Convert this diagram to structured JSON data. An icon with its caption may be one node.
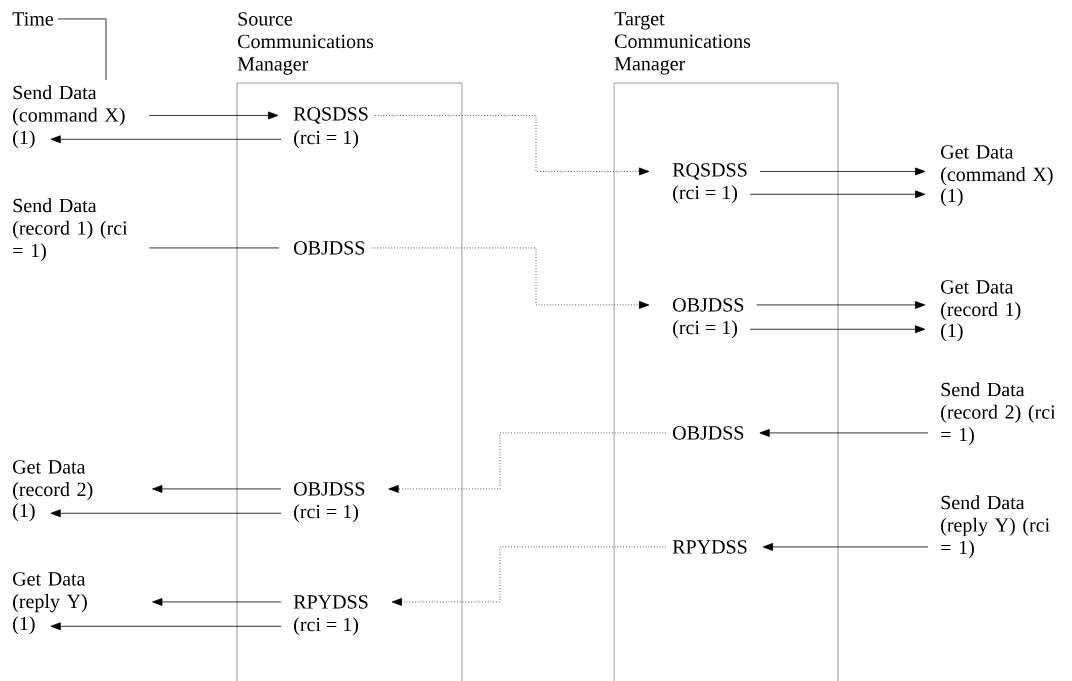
{
  "diagram": {
    "nodes": [
      {
        "text": [
          "Source Communications Manager"
        ]
      },
      {
        "text": [
          "Target Communications Manager"
        ]
      },
      {
        "text": [
          "Time"
        ]
      },
      {
        "text": [
          "Send Data (command X)"
        ]
      },
      {
        "text": [
          "(1)"
        ]
      },
      {
        "text": [
          "RQSDSS"
        ],
        "in": 0
      },
      {
        "text": [
          "(rci = 1)"
        ],
        "in": 0
      },
      {
        "text": [
          "RQSDSS"
        ],
        "in": 1
      },
      {
        "text": [
          "(rci = 1)"
        ],
        "in": 1
      },
      {
        "text": [
          "Get Data (command X)"
        ]
      },
      {
        "text": [
          "(1)"
        ]
      },
      {
        "text": [
          "Send Data (record 1) (rci = 1)"
        ]
      },
      {
        "text": [
          "OBJDSS"
        ],
        "in": 0
      },
      {
        "text": [
          "OBJDSS"
        ],
        "in": 1
      },
      {
        "text": [
          "(rci = 1)"
        ],
        "in": 1
      },
      {
        "text": [
          "Get Data (record 1)"
        ]
      },
      {
        "text": [
          "(1)"
        ]
      },
      {
        "text": [
          "Send Data (record 2) (rci = 1)"
        ]
      },
      {
        "text": [
          "OBJDSS"
        ],
        "in": 1
      },
      {
        "text": [
          "Get Data (record 2)"
        ]
      },
      {
        "text": [
          "(1)"
        ]
      },
      {
        "text": [
          "OBJDSS"
        ],
        "in": 0
      },
      {
        "text": [
          "(rci = 1)"
        ],
        "in": 0
      },
      {
        "text": [
          "Send Data (reply Y) (rci = 1)"
        ]
      },
      {
        "text": [
          "RPYDSS"
        ],
        "in": 1
      },
      {
        "text": [
          "Get Data (reply Y)"
        ]
      },
      {
        "text": [
          "(1)"
        ]
      },
      {
        "text": [
          "RPYDSS"
        ],
        "in": 0
      },
      {
        "text": [
          "(rci = 1)"
        ],
        "in": 0
      }
    ],
    "edges": [
      {
        "from": 2,
        "to": 3,
        "arrow": "none"
      },
      {
        "from": 3,
        "to": 5,
        "arrow": "to"
      },
      {
        "from": 6,
        "to": 4,
        "arrow": "to"
      },
      {
        "from": 5,
        "to": 7,
        "arrow": "to",
        "style": "dashed"
      },
      {
        "from": 7,
        "to": 9,
        "arrow": "to"
      },
      {
        "from": 8,
        "to": 10,
        "arrow": "to"
      },
      {
        "from": 11,
        "to": 12,
        "arrow": "none"
      },
      {
        "from": 12,
        "to": 13,
        "arrow": "to",
        "style": "dashed"
      },
      {
        "from": 13,
        "to": 15,
        "arrow": "to"
      },
      {
        "from": 14,
        "to": 16,
        "arrow": "to"
      },
      {
        "from": 17,
        "to": 18,
        "arrow": "to"
      },
      {
        "from": 18,
        "to": 21,
        "arrow": "to",
        "style": "dashed"
      },
      {
        "from": 21,
        "to": 19,
        "arrow": "to"
      },
      {
        "from": 22,
        "to": 20,
        "arrow": "to"
      },
      {
        "from": 23,
        "to": 24,
        "arrow": "to"
      },
      {
        "from": 24,
        "to": 27,
        "arrow": "to",
        "style": "dashed"
      },
      {
        "from": 27,
        "to": 25,
        "arrow": "to"
      },
      {
        "from": 28,
        "to": 26,
        "arrow": "to"
      }
    ]
  }
}
